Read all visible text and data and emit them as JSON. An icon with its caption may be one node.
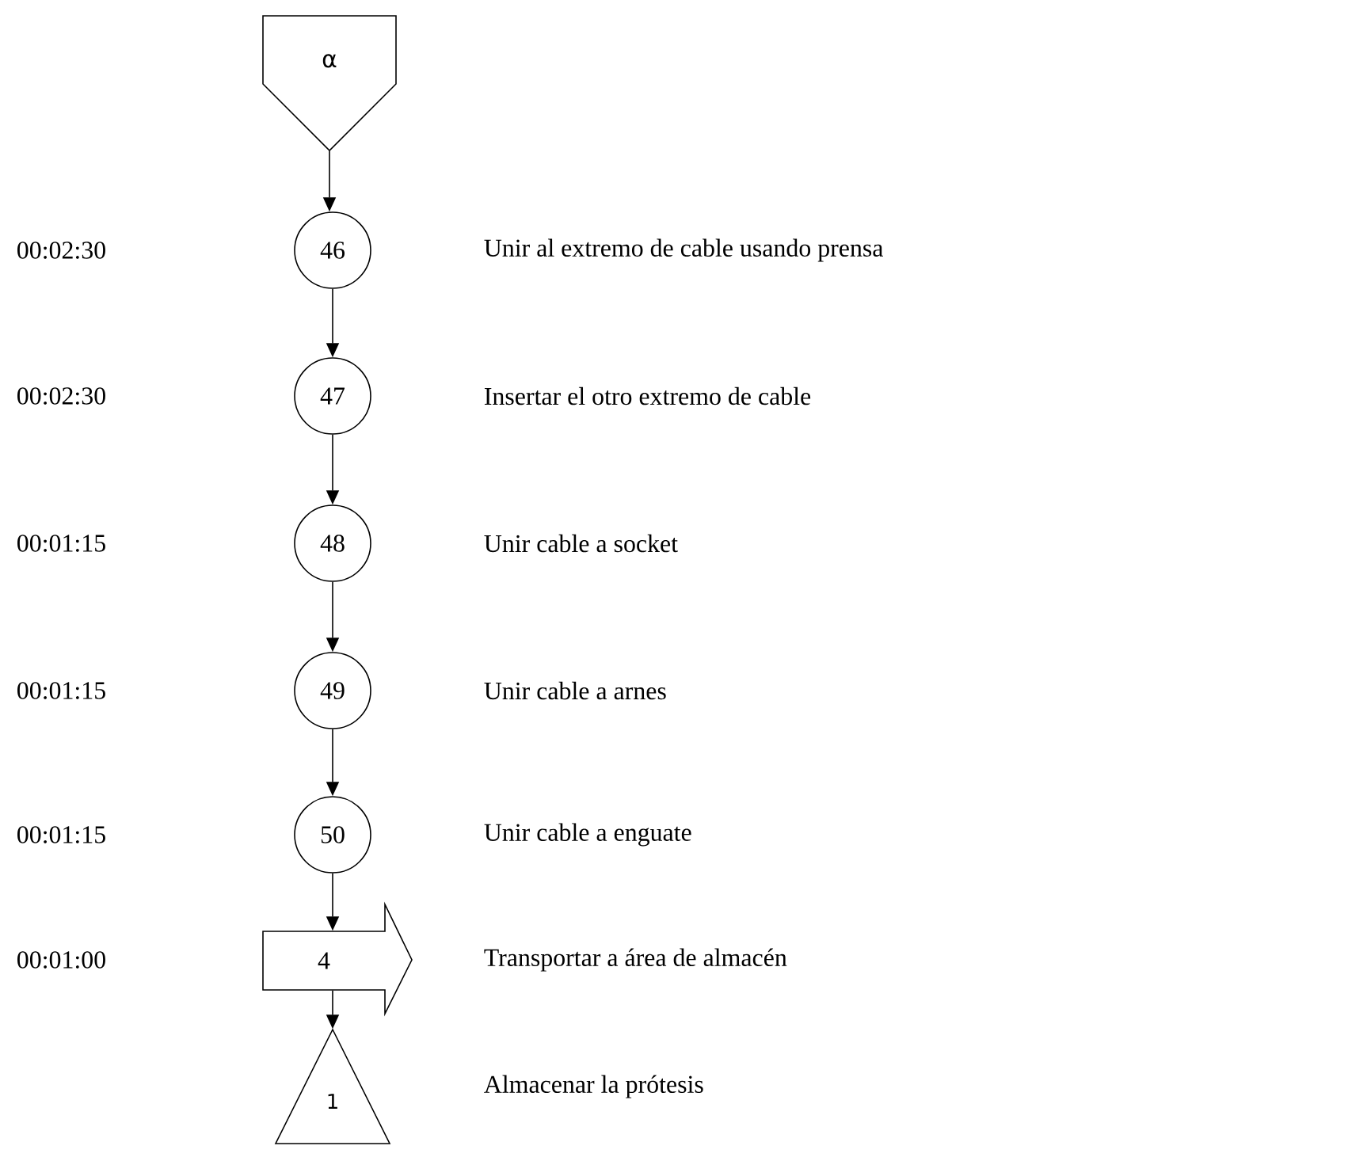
{
  "diagram": {
    "nodes": [
      {
        "text": [
          "α"
        ]
      },
      {
        "text": [
          "46"
        ]
      },
      {
        "text": [
          "47"
        ]
      },
      {
        "text": [
          "48"
        ]
      },
      {
        "text": [
          "49"
        ]
      },
      {
        "text": [
          "50"
        ]
      },
      {
        "text": [
          "4"
        ]
      },
      {
        "text": [
          "1"
        ]
      }
    ],
    "edges": [
      {
        "from": 0,
        "to": 1,
        "arrow": "to"
      },
      {
        "from": 1,
        "to": 2,
        "arrow": "to"
      },
      {
        "from": 2,
        "to": 3,
        "arrow": "to"
      },
      {
        "from": 3,
        "to": 4,
        "arrow": "to"
      },
      {
        "from": 4,
        "to": 5,
        "arrow": "to"
      },
      {
        "from": 5,
        "to": 6,
        "arrow": "to"
      },
      {
        "from": 6,
        "to": 7,
        "arrow": "to"
      }
    ],
    "labels": [
      "00:02:30",
      "Unir al extremo de cable usando prensa",
      "00:02:30",
      "Insertar el otro extremo de cable",
      "00:01:15",
      "Unir cable a socket",
      "00:01:15",
      "Unir cable a arnes",
      "00:01:15",
      "Unir cable a enguate",
      "00:01:00",
      "Transportar a área de almacén",
      "Almacenar la prótesis"
    ]
  }
}
